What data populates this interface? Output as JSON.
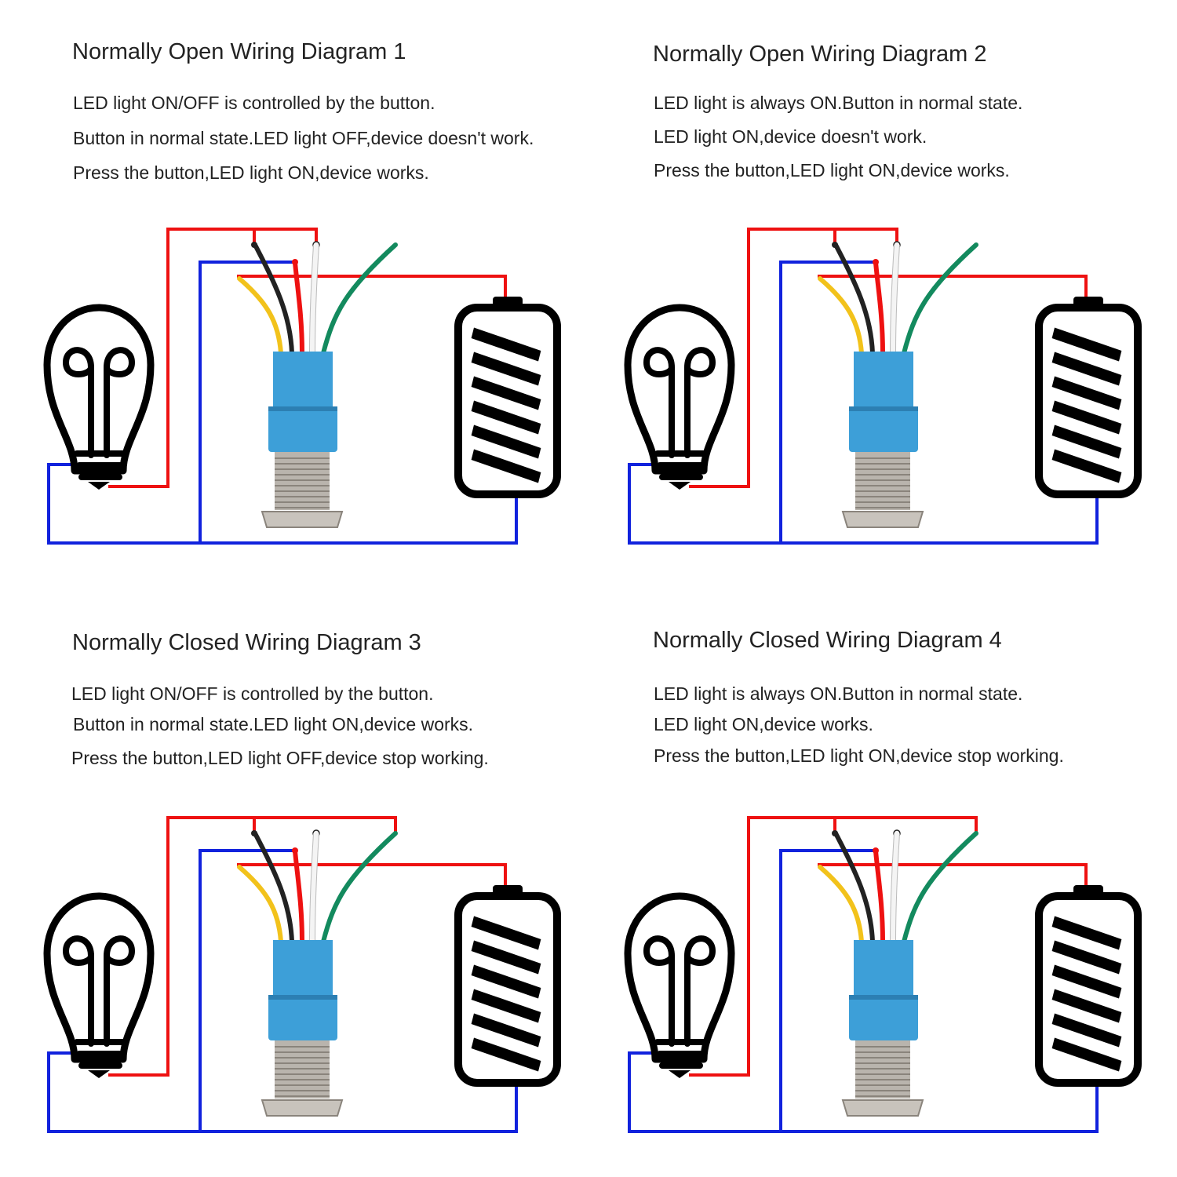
{
  "colors": {
    "live_wire": "#ee1111",
    "neutral_wire": "#1122dd",
    "connector_body": "#3d9fd8",
    "yellow_wire": "#f2c21b",
    "black_wire": "#222222",
    "white_wire": "#f4f4f4",
    "green_wire": "#138a5e"
  },
  "diagrams": [
    {
      "title": "Normally Open Wiring Diagram 1",
      "lines": [
        "LED light ON/OFF is controlled by the button.",
        "Button in normal state.LED light OFF,device doesn't work.",
        "Press the button,LED light ON,device works."
      ],
      "icons": [
        "bulb-icon",
        "battery-icon",
        "push-button-switch"
      ]
    },
    {
      "title": "Normally Open Wiring Diagram 2",
      "lines": [
        "LED light is always ON.Button in normal state.",
        "LED light ON,device doesn't work.",
        "Press the button,LED light ON,device works."
      ],
      "icons": [
        "bulb-icon",
        "battery-icon",
        "push-button-switch"
      ]
    },
    {
      "title": "Normally Closed Wiring Diagram 3",
      "lines": [
        "LED light ON/OFF is controlled by the button.",
        "Button in normal state.LED light ON,device works.",
        "Press the button,LED light OFF,device stop working."
      ],
      "icons": [
        "bulb-icon",
        "battery-icon",
        "push-button-switch"
      ]
    },
    {
      "title": "Normally Closed Wiring Diagram 4",
      "lines": [
        "LED light is always ON.Button in normal state.",
        "LED light ON,device works.",
        "Press the button,LED light ON,device stop working."
      ],
      "icons": [
        "bulb-icon",
        "battery-icon",
        "push-button-switch"
      ]
    }
  ]
}
